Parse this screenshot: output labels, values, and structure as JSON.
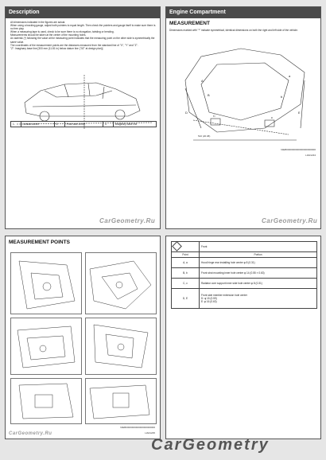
{
  "page1": {
    "header": "Description",
    "bullets": [
      "All dimensions indicated in the figures are actual.",
      "When using a tracking gauge, adjust both pointers to equal length. Then check the pointers and gauge itself to make sure there is no free play.",
      "When a measuring tape is used, check to be sure there is no elongation, twisting or bending.",
      "Measurements should be taken at the center of the mounting holes.",
      "An asterisk (*) following the value at the measuring point indicates that the measuring point on the other side is symmetrically the same value.",
      "The coordinates of the measurement points are the distances measured from the standard line of \"X\", \"Y\" and \"Z\".",
      "\"Z\": Imaginary base line [300 mm (11.81 in) below datum line (\"0Z\" at design plan)]"
    ],
    "legend": [
      "Vehicle center",
      "Front axle center",
      "Imaginary base line"
    ],
    "legend_markers": [
      "1.",
      "2.",
      "3."
    ],
    "watermark": "CarGeometry.Ru"
  },
  "page2": {
    "header": "Engine Compartment",
    "subheader": "MEASUREMENT",
    "intro": "Dimensions marked with \"*\" indicate symmetrical, identical dimensions on both the right and left side of the vehicle.",
    "figure_id": "NIEB0000000000000000000000",
    "dim_label": "510 (20.08)",
    "ref_code": "LIA01234",
    "watermark": "CarGeometry.Ru"
  },
  "page3": {
    "header": "MEASUREMENT POINTS",
    "figure_id": "NIEB0000000000000000000000",
    "ref_code": "LIA01235",
    "watermark": "CarGeometry.Ru"
  },
  "page4": {
    "header_left": "Point",
    "header_right": "Portion",
    "top_label": "Front",
    "rows": [
      {
        "point": "A, a",
        "portion": "Hood hinge rear installing hole center φ 8 (0.31)"
      },
      {
        "point": "B, b",
        "portion": "Front strut mounting inner hole center φ 14 (0.55 × 0.63)"
      },
      {
        "point": "C, c",
        "portion": "Radiator core support inner side hole center φ 8 (0.31)"
      },
      {
        "point": "D, E",
        "portion_lines": [
          "Front side member extension hole center",
          "D: φ 15 (0.59)",
          "E: φ 16 (0.63)"
        ]
      }
    ]
  },
  "footer_watermark": "CarGeometry"
}
